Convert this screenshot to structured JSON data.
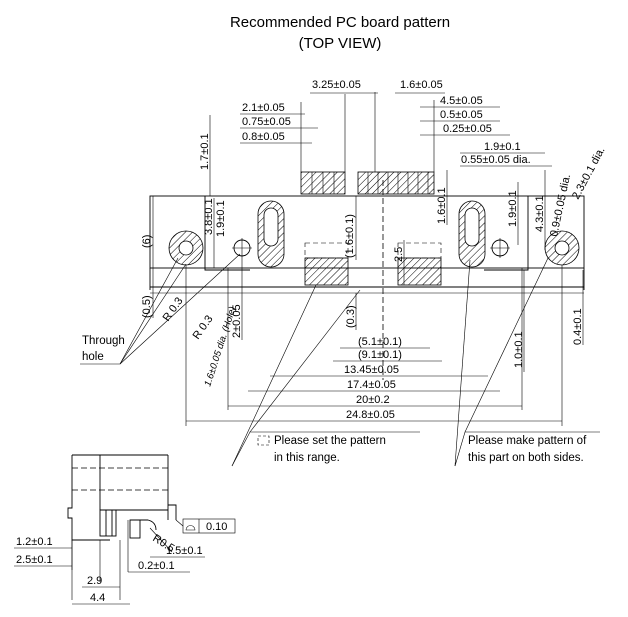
{
  "title": {
    "line1": "Recommended PC board pattern",
    "line2": "(TOP VIEW)"
  },
  "dims": {
    "d325": "3.25±0.05",
    "d16": "1.6±0.05",
    "d21": "2.1±0.05",
    "d45": "4.5±0.05",
    "d075": "0.75±0.05",
    "d05a": "0.5±0.05",
    "d08": "0.8±0.05",
    "d025": "0.25±0.05",
    "d17v": "1.7±0.1",
    "d19h": "1.9±0.1",
    "d055dia": "0.55±0.05 dia.",
    "d23dia": "2.3±0.1 dia.",
    "d09dia": "0.9±0.05 dia.",
    "d43v": "4.3±0.1",
    "d19v": "1.9±0.1",
    "d16v": "1.6±0.1",
    "d6": "(6)",
    "d38v": "3.8±0.1",
    "d19v_left": "1.9±0.1",
    "d16p": "(1.6±0.1)",
    "d25": "2.5",
    "d05p": "(0.5)",
    "r03a": "R 0.3",
    "r03b": "R 0.3",
    "d16dia_hole": "1.6±0.05 dia. (Hole)",
    "d2": "2±0.05",
    "d03p": "(0.3)",
    "d04v": "0.4±0.1",
    "d10v": "1.0±0.1",
    "d51": "(5.1±0.1)",
    "d91": "(9.1±0.1)",
    "d1345": "13.45±0.05",
    "d174": "17.4±0.05",
    "d20": "20±0.2",
    "d248": "24.8±0.05"
  },
  "notes": {
    "through_hole": "Through\nhole",
    "through_line1": "Through",
    "through_line2": "hole",
    "range_line1": "Please set the pattern",
    "range_line2": "in this range.",
    "both_line1": "Please make pattern of",
    "both_line2": "this part on both sides."
  },
  "side_view": {
    "d12": "1.2±0.1",
    "d25": "2.5±0.1",
    "r05": "R0.5",
    "d15": "1.5±0.1",
    "d02": "0.2±0.1",
    "d29": "2.9",
    "d44": "4.4",
    "flatness": "0.10"
  }
}
